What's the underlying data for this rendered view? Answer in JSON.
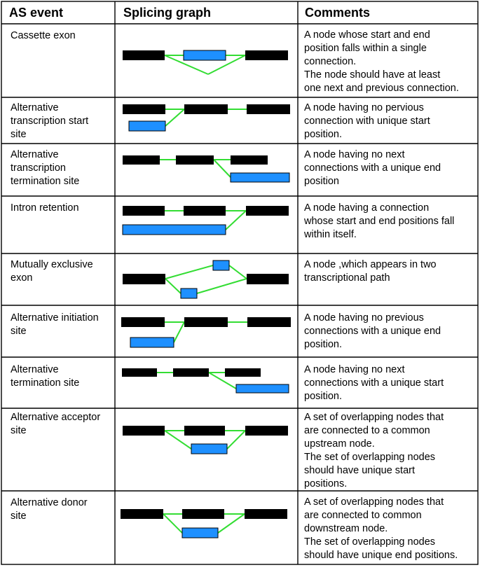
{
  "headers": [
    "AS event",
    "Splicing graph",
    "Comments"
  ],
  "rows": [
    {
      "event": "Cassette exon",
      "comment": "A node whose start and end\nposition falls within a single\nconnection.\nThe node should have at least\none next and previous connection."
    },
    {
      "event": "Alternative\ntranscription start\nsite",
      "comment": "A node having no pervious\nconnection with unique start\nposition."
    },
    {
      "event": "Alternative\ntranscription\ntermination site",
      "comment": "A node having no next\nconnections with a unique end\nposition"
    },
    {
      "event": "Intron retention",
      "comment": "A node having a connection\nwhose start and end positions fall\nwithin itself."
    },
    {
      "event": "Mutually exclusive\nexon",
      "comment": "A node ,which appears in two\ntranscriptional  path"
    },
    {
      "event": "Alternative initiation\nsite",
      "comment": "A node having no previous\nconnections with a unique end\nposition."
    },
    {
      "event": "Alternative\ntermination site",
      "comment": "A node having no next\nconnections with a unique start\nposition."
    },
    {
      "event": "Alternative acceptor\nsite",
      "comment": "A set of overlapping nodes that\nare connected to a common\nupstream node.\nThe set of overlapping nodes\nshould have unique start\npositions."
    },
    {
      "event": "Alternative donor\nsite",
      "comment": "A set of overlapping nodes that\nare connected to common\ndownstream node.\nThe set of overlapping nodes\nshould have unique end positions."
    }
  ],
  "colors": {
    "constitutive_exon": "#000000",
    "alternative_exon": "#1e90ff",
    "connection": "#33dd33",
    "grid": "#000000"
  }
}
